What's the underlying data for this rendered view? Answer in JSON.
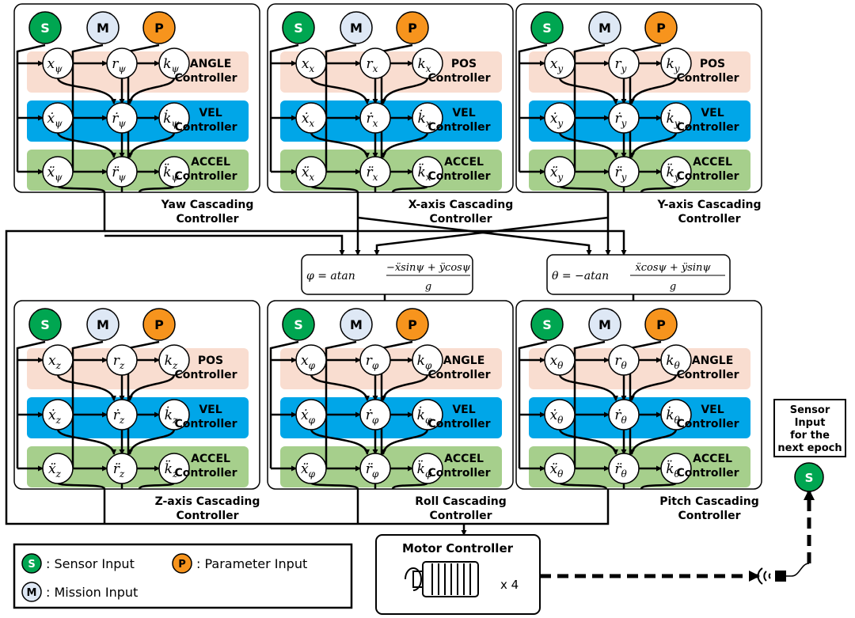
{
  "node_letters": {
    "S": "S",
    "M": "M",
    "P": "P"
  },
  "colors": {
    "sensor": "#00a651",
    "mission": "#dee8f5",
    "parameter": "#f7941d",
    "angle_band": "#f9ddd0",
    "vel_band": "#00a6e8",
    "accel_band": "#a6cf8c",
    "line": "#000000"
  },
  "controllers": [
    {
      "id": "yaw",
      "title_lines": [
        "Yaw Cascading",
        "Controller"
      ],
      "bands": [
        {
          "label_lines": [
            "ANGLE",
            "Controller"
          ],
          "nodes": [
            "xψ",
            "rψ",
            "kψ"
          ]
        },
        {
          "label_lines": [
            "VEL",
            "Controller"
          ],
          "nodes": [
            "ẋψ",
            "ṙψ",
            "k̇ψ"
          ]
        },
        {
          "label_lines": [
            "ACCEL",
            "Controller"
          ],
          "nodes": [
            "ẍψ",
            "r̈ψ",
            "k̈ψ"
          ]
        }
      ]
    },
    {
      "id": "x-axis",
      "title_lines": [
        "X-axis Cascading",
        "Controller"
      ],
      "bands": [
        {
          "label_lines": [
            "POS",
            "Controller"
          ],
          "nodes": [
            "xx",
            "rx",
            "kx"
          ]
        },
        {
          "label_lines": [
            "VEL",
            "Controller"
          ],
          "nodes": [
            "ẋx",
            "ṙx",
            "k̇x"
          ]
        },
        {
          "label_lines": [
            "ACCEL",
            "Controller"
          ],
          "nodes": [
            "ẍx",
            "r̈x",
            "k̈x"
          ]
        }
      ]
    },
    {
      "id": "y-axis",
      "title_lines": [
        "Y-axis Cascading",
        "Controller"
      ],
      "bands": [
        {
          "label_lines": [
            "POS",
            "Controller"
          ],
          "nodes": [
            "xy",
            "ry",
            "ky"
          ]
        },
        {
          "label_lines": [
            "VEL",
            "Controller"
          ],
          "nodes": [
            "ẋy",
            "ṙy",
            "k̇y"
          ]
        },
        {
          "label_lines": [
            "ACCEL",
            "Controller"
          ],
          "nodes": [
            "ẍy",
            "r̈y",
            "k̈y"
          ]
        }
      ]
    },
    {
      "id": "z-axis",
      "title_lines": [
        "Z-axis Cascading",
        "Controller"
      ],
      "bands": [
        {
          "label_lines": [
            "POS",
            "Controller"
          ],
          "nodes": [
            "xz",
            "rz",
            "kz"
          ]
        },
        {
          "label_lines": [
            "VEL",
            "Controller"
          ],
          "nodes": [
            "ẋz",
            "ṙz",
            "k̇z"
          ]
        },
        {
          "label_lines": [
            "ACCEL",
            "Controller"
          ],
          "nodes": [
            "ẍz",
            "r̈z",
            "k̈z"
          ]
        }
      ]
    },
    {
      "id": "roll",
      "title_lines": [
        "Roll Cascading",
        "Controller"
      ],
      "bands": [
        {
          "label_lines": [
            "ANGLE",
            "Controller"
          ],
          "nodes": [
            "xφ",
            "rφ",
            "kφ"
          ]
        },
        {
          "label_lines": [
            "VEL",
            "Controller"
          ],
          "nodes": [
            "ẋφ",
            "ṙφ",
            "k̇φ"
          ]
        },
        {
          "label_lines": [
            "ACCEL",
            "Controller"
          ],
          "nodes": [
            "ẍφ",
            "r̈φ",
            "k̈φ"
          ]
        }
      ]
    },
    {
      "id": "pitch",
      "title_lines": [
        "Pitch Cascading",
        "Controller"
      ],
      "bands": [
        {
          "label_lines": [
            "ANGLE",
            "Controller"
          ],
          "nodes": [
            "xθ",
            "rθ",
            "kθ"
          ]
        },
        {
          "label_lines": [
            "VEL",
            "Controller"
          ],
          "nodes": [
            "ẋθ",
            "ṙθ",
            "k̇θ"
          ]
        },
        {
          "label_lines": [
            "ACCEL",
            "Controller"
          ],
          "nodes": [
            "ẍθ",
            "r̈θ",
            "k̈θ"
          ]
        }
      ]
    }
  ],
  "formulas": {
    "roll": {
      "lhs": "φ = atan",
      "num": "−ẍsinψ + ÿcosψ",
      "den": "g"
    },
    "pitch": {
      "lhs": "θ = −atan",
      "num": "ẍcosψ + ÿsinψ",
      "den": "g"
    }
  },
  "motor": {
    "title": "Motor Controller",
    "count": "x 4"
  },
  "next_epoch": {
    "lines": [
      "Sensor",
      "Input",
      "for the",
      "next epoch"
    ]
  },
  "legend": [
    {
      "letter": "S",
      "text": ": Sensor Input"
    },
    {
      "letter": "P",
      "text": ": Parameter Input"
    },
    {
      "letter": "M",
      "text": ": Mission Input"
    }
  ]
}
